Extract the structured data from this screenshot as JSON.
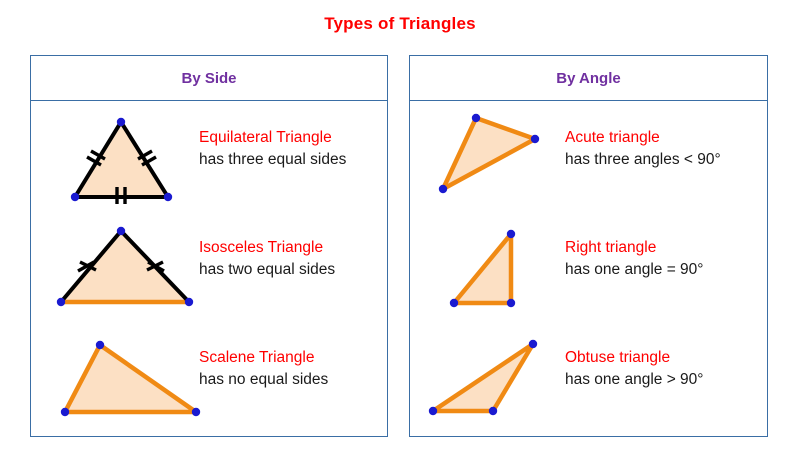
{
  "title": "Types of Triangles",
  "colors": {
    "title": "#ff0000",
    "panel_border": "#3a6ea5",
    "header_text": "#7030a0",
    "name_text": "#ff0000",
    "desc_text": "#1a1a1a",
    "triangle_fill": "#fce0c4",
    "triangle_stroke_orange": "#f08a14",
    "triangle_stroke_black": "#000000",
    "vertex_dot": "#1a1ad0"
  },
  "panels": [
    {
      "id": "by-side",
      "header": "By Side",
      "entries": [
        {
          "name": "Equilateral Triangle",
          "description": "has three equal sides",
          "figure": "equilateral-triangle",
          "stroke": "black",
          "ticks": 2
        },
        {
          "name": "Isosceles Triangle",
          "description": "has two equal sides",
          "figure": "isosceles-triangle",
          "stroke": "mixed",
          "ticks": 1
        },
        {
          "name": "Scalene Triangle",
          "description": "has no equal sides",
          "figure": "scalene-triangle",
          "stroke": "orange",
          "ticks": 0
        }
      ]
    },
    {
      "id": "by-angle",
      "header": "By Angle",
      "entries": [
        {
          "name": "Acute triangle",
          "description": "has three angles < 90°",
          "figure": "acute-triangle",
          "stroke": "orange",
          "ticks": 0
        },
        {
          "name": "Right triangle",
          "description": "has one angle = 90°",
          "figure": "right-triangle",
          "stroke": "orange",
          "ticks": 0
        },
        {
          "name": "Obtuse triangle",
          "description": "has one angle > 90°",
          "figure": "obtuse-triangle",
          "stroke": "orange",
          "ticks": 0
        }
      ]
    }
  ]
}
